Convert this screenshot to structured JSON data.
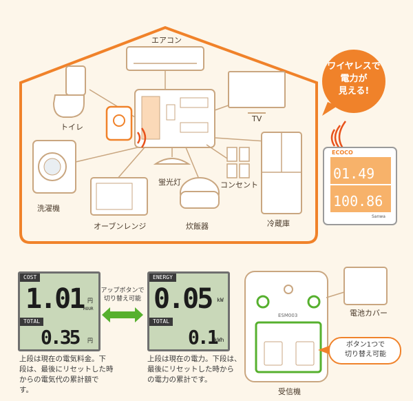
{
  "house": {
    "aircon": "エアコン",
    "toilet": "トイレ",
    "tv": "TV",
    "washer": "洗濯機",
    "lamp": "蛍光灯",
    "outlet": "コンセント",
    "oven": "オーブンレンジ",
    "rice_cooker": "炊飯器",
    "fridge": "冷蔵庫"
  },
  "bubble": {
    "line1": "ワイヤレスで",
    "line2": "電力が",
    "line3": "見える!"
  },
  "monitor": {
    "brand": "ECOCO",
    "top": "01.49",
    "bottom": "100.86",
    "maker": "Sanwa"
  },
  "lcd_cost": {
    "tag_top": "COST",
    "top_value": "1.01",
    "top_unit": "円",
    "top_unit2": "HOUR",
    "tag_bottom": "TOTAL",
    "bottom_value": "0.35",
    "bottom_unit": "円"
  },
  "lcd_energy": {
    "tag_top": "ENERGY",
    "top_value": "0.05",
    "top_unit": "kW",
    "tag_bottom": "TOTAL",
    "bottom_value": "0.1",
    "bottom_unit": "kWh"
  },
  "arrow_note": {
    "line1": "アップボタンで",
    "line2": "切り替え可能"
  },
  "caption_cost": {
    "line1": "上段は現在の電気料金。下",
    "line2": "段は、最後にリセットした時",
    "line3": "からの電気代の累計額で",
    "line4": "す。"
  },
  "caption_energy": {
    "line1": "上段は現在の電力。下段は、",
    "line2": "最後にリセットした時から",
    "line3": "の電力の累計です。"
  },
  "receiver": {
    "battery_cover": "電池カバー",
    "switch_note_1": "ボタン1つで",
    "switch_note_2": "切り替え可能",
    "label": "受信機",
    "model": "ESM003"
  },
  "colors": {
    "accent": "#f0822a",
    "outline": "#c9a680",
    "lcd": "#c9d8b9",
    "arrow": "#56b02e"
  }
}
